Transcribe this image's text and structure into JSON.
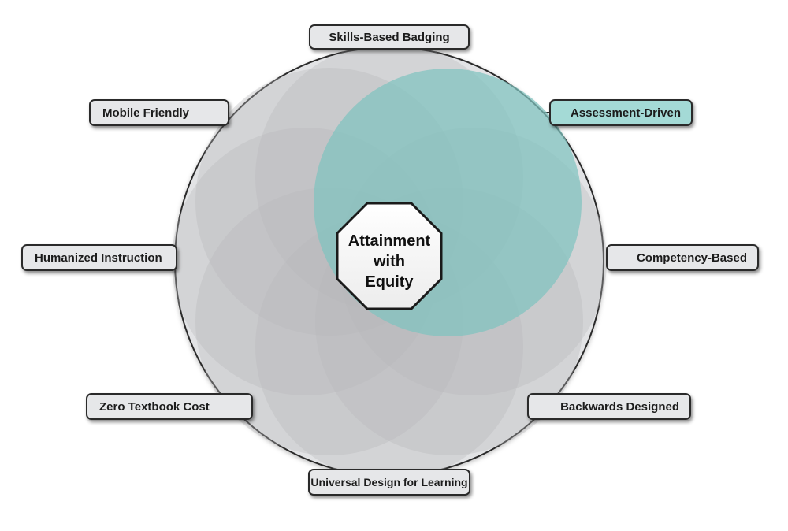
{
  "diagram": {
    "center": {
      "line1": "Attainment",
      "line2": "with",
      "line3": "Equity"
    },
    "labels": {
      "top": "Skills-Based Badging",
      "upper_right": "Assessment-Driven",
      "right": "Competency-Based",
      "lower_right": "Backwards Designed",
      "bottom": "Universal Design for Learning",
      "lower_left": "Zero Textbook Cost",
      "left": "Humanized Instruction",
      "upper_left": "Mobile Friendly"
    },
    "highlighted": "upper_right"
  },
  "colors": {
    "petal": "#c4c5c8",
    "highlight": "#7fc3bf",
    "highlight_label": "#a4dad6",
    "label": "#e6e7e9",
    "outline": "#2a2a2a"
  }
}
